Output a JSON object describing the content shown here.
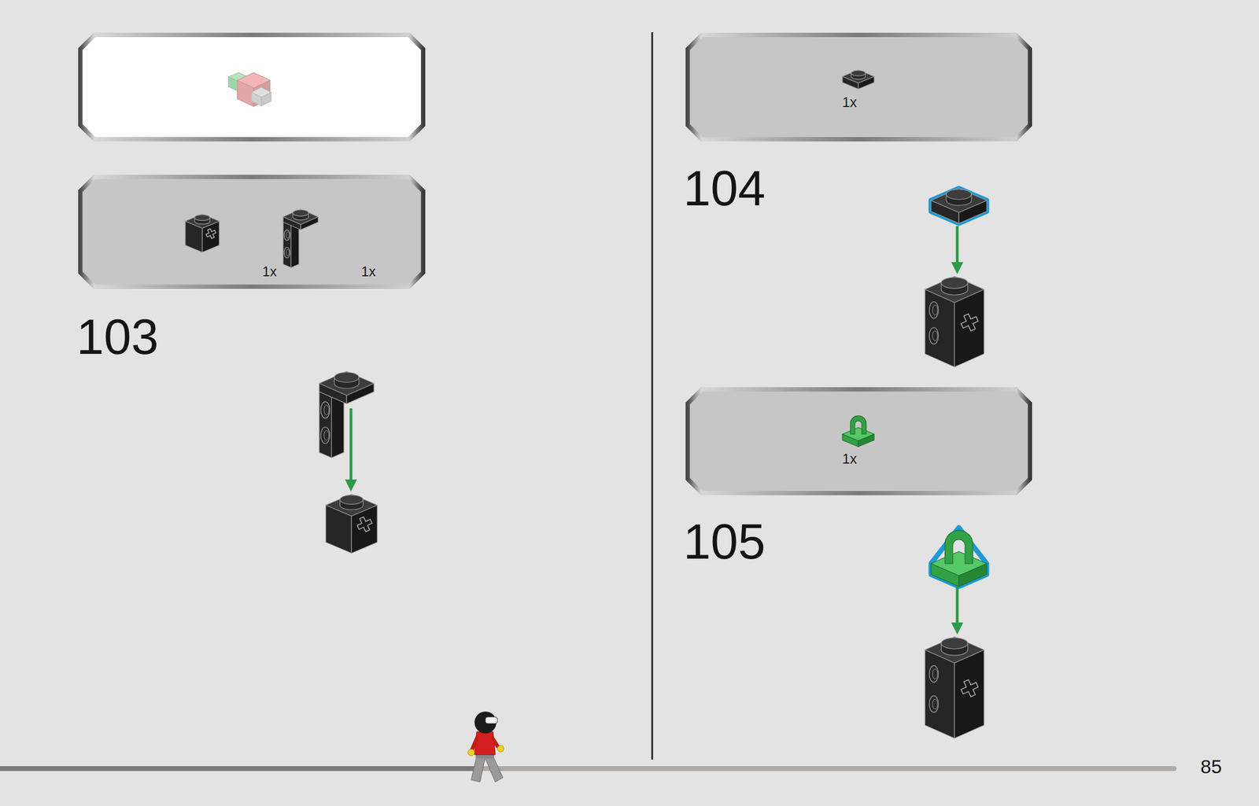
{
  "diagram": {
    "nodes": [
      {
        "text": [
          "1x",
          "1x"
        ]
      },
      {
        "text": [
          "1x"
        ]
      },
      {
        "text": [
          "1x"
        ]
      }
    ],
    "labels": [
      "103",
      "104",
      "105",
      "85"
    ]
  }
}
